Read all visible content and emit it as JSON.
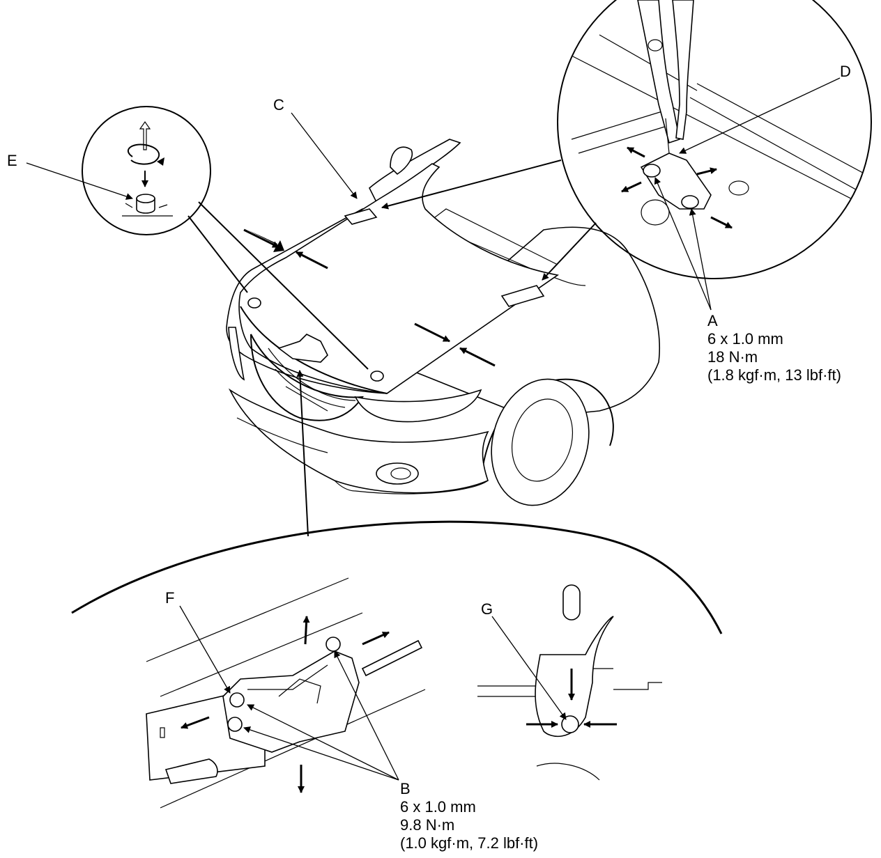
{
  "labels": {
    "A": "A",
    "B": "B",
    "C": "C",
    "D": "D",
    "E": "E",
    "F": "F",
    "G": "G"
  },
  "spec_A": {
    "size": "6 x 1.0 mm",
    "torque": "18 N·m",
    "torque_alt": "(1.8 kgf·m, 13 lbf·ft)"
  },
  "spec_B": {
    "size": "6 x 1.0 mm",
    "torque": "9.8 N·m",
    "torque_alt": "(1.0 kgf·m, 7.2 lbf·ft)"
  }
}
